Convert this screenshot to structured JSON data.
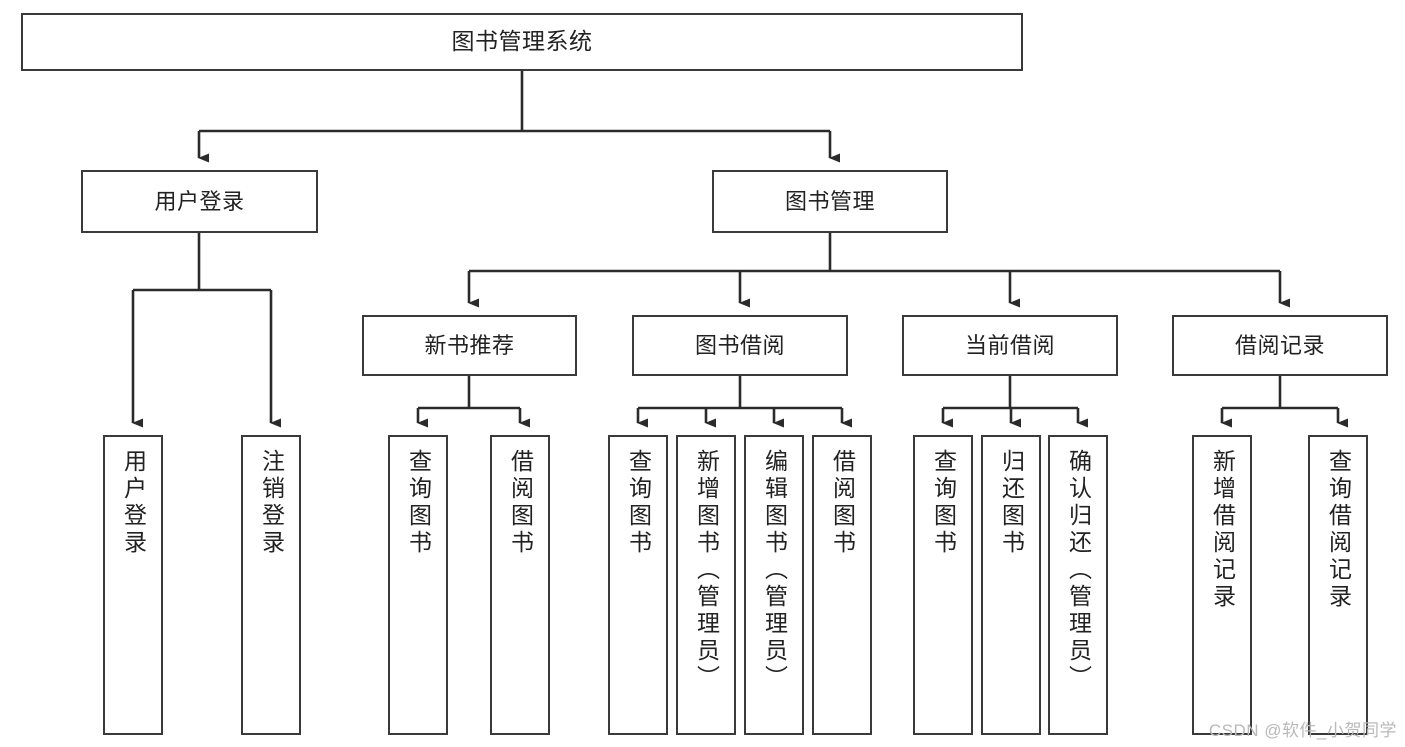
{
  "diagram": {
    "title": "图书管理系统",
    "type": "hierarchy-tree",
    "levels": 4,
    "colors": {
      "box_border": "#3a3a3a",
      "box_fill": "#ffffff",
      "connector": "#2b2b2b",
      "text": "#222222",
      "watermark": "#b9b9b9"
    },
    "nodes": {
      "root": {
        "label": "图书管理系统",
        "orientation": "horizontal"
      },
      "level2": [
        {
          "id": "user-login",
          "label": "用户登录",
          "orientation": "horizontal"
        },
        {
          "id": "book-manage",
          "label": "图书管理",
          "orientation": "horizontal"
        }
      ],
      "level3": [
        {
          "id": "new-book-recommend",
          "label": "新书推荐",
          "orientation": "horizontal"
        },
        {
          "id": "book-borrow",
          "label": "图书借阅",
          "orientation": "horizontal"
        },
        {
          "id": "current-borrow",
          "label": "当前借阅",
          "orientation": "horizontal"
        },
        {
          "id": "borrow-record",
          "label": "借阅记录",
          "orientation": "horizontal"
        }
      ],
      "leaves": [
        {
          "id": "leaf-user-login",
          "parent": "user-login",
          "label": "用户登录",
          "orientation": "vertical"
        },
        {
          "id": "leaf-logout-login",
          "parent": "user-login",
          "label": "注销登录",
          "orientation": "vertical"
        },
        {
          "id": "leaf-query-book-1",
          "parent": "new-book-recommend",
          "label": "查询图书",
          "orientation": "vertical"
        },
        {
          "id": "leaf-borrow-book-1",
          "parent": "new-book-recommend",
          "label": "借阅图书",
          "orientation": "vertical"
        },
        {
          "id": "leaf-query-book-2",
          "parent": "book-borrow",
          "label": "查询图书",
          "orientation": "vertical"
        },
        {
          "id": "leaf-add-book-admin",
          "parent": "book-borrow",
          "label": "新增图书（管理员）",
          "orientation": "vertical"
        },
        {
          "id": "leaf-edit-book-admin",
          "parent": "book-borrow",
          "label": "编辑图书（管理员）",
          "orientation": "vertical"
        },
        {
          "id": "leaf-borrow-book-2",
          "parent": "book-borrow",
          "label": "借阅图书",
          "orientation": "vertical"
        },
        {
          "id": "leaf-query-book-3",
          "parent": "current-borrow",
          "label": "查询图书",
          "orientation": "vertical"
        },
        {
          "id": "leaf-return-book",
          "parent": "current-borrow",
          "label": "归还图书",
          "orientation": "vertical"
        },
        {
          "id": "leaf-confirm-return-admin",
          "parent": "current-borrow",
          "label": "确认归还（管理员）",
          "orientation": "vertical"
        },
        {
          "id": "leaf-add-borrow-record",
          "parent": "borrow-record",
          "label": "新增借阅记录",
          "orientation": "vertical"
        },
        {
          "id": "leaf-query-borrow-record",
          "parent": "borrow-record",
          "label": "查询借阅记录",
          "orientation": "vertical"
        }
      ]
    }
  },
  "watermark": {
    "text": "CSDN @软件_小贺同学"
  }
}
